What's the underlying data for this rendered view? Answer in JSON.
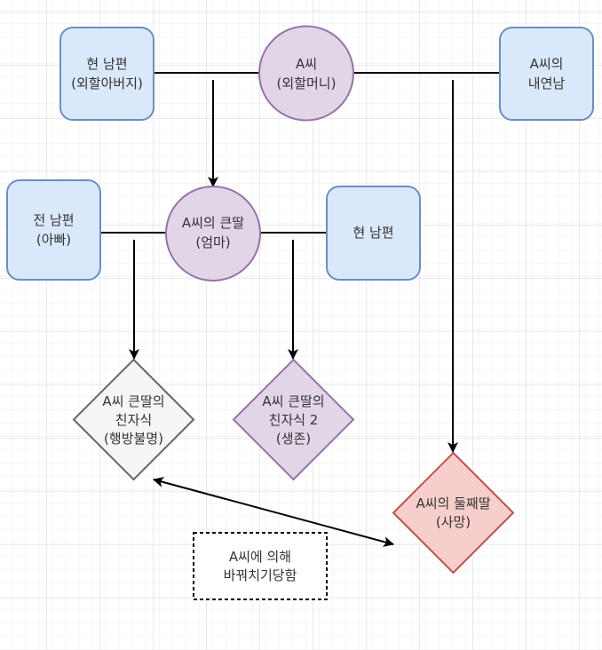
{
  "colors": {
    "canvas_bg": "#ffffff",
    "grid_minor": "#ececec",
    "grid_major": "#d4d4d4",
    "blue_fill": "#dae8fc",
    "blue_stroke": "#6c8ebf",
    "purple_fill": "#e1d5e7",
    "purple_stroke": "#9673a6",
    "grey_fill": "#f5f5f5",
    "grey_stroke": "#666666",
    "red_fill": "#f8cecc",
    "red_stroke": "#b85450",
    "note_fill": "#ffffff",
    "note_stroke": "#000000",
    "edge_color": "#000000",
    "text_color": "#333333"
  },
  "nodes": {
    "grandfather": {
      "shape": "rounded-rectangle",
      "lines": [
        "현 남편",
        "(외할아버지)"
      ]
    },
    "a_ssi": {
      "shape": "circle",
      "lines": [
        "A씨",
        "(외할머니)"
      ]
    },
    "lover": {
      "shape": "rounded-rectangle",
      "lines": [
        "A씨의",
        "내연남"
      ]
    },
    "ex_husband": {
      "shape": "rounded-rectangle",
      "lines": [
        "전 남편",
        "(아빠)"
      ]
    },
    "eldest_daughter": {
      "shape": "circle",
      "lines": [
        "A씨의 큰딸",
        "(엄마)"
      ]
    },
    "current_husband": {
      "shape": "rounded-rectangle",
      "lines": [
        "현 남편"
      ]
    },
    "child_missing": {
      "shape": "diamond",
      "lines": [
        "A씨 큰딸의",
        "친자식",
        "(행방불명)"
      ]
    },
    "child_alive": {
      "shape": "diamond",
      "lines": [
        "A씨 큰딸의",
        "친자식 2",
        "(생존)"
      ]
    },
    "second_daughter": {
      "shape": "diamond",
      "lines": [
        "A씨의 둘째딸",
        "(사망)"
      ]
    },
    "swap_note": {
      "shape": "dashed-rectangle",
      "lines": [
        "A씨에 의해",
        "바꿔치기당함"
      ]
    }
  },
  "edges": [
    {
      "from": "grandfather",
      "to": "a_ssi",
      "type": "line"
    },
    {
      "from": "a_ssi",
      "to": "lover",
      "type": "line"
    },
    {
      "from": "grandfather-a_ssi-link",
      "to": "eldest_daughter",
      "type": "arrow"
    },
    {
      "from": "a_ssi-lover-link",
      "to": "second_daughter",
      "type": "arrow"
    },
    {
      "from": "ex_husband",
      "to": "eldest_daughter",
      "type": "line"
    },
    {
      "from": "eldest_daughter",
      "to": "current_husband",
      "type": "line"
    },
    {
      "from": "ex_husband-eldest_daughter-link",
      "to": "child_missing",
      "type": "arrow"
    },
    {
      "from": "eldest_daughter-current_husband-link",
      "to": "child_alive",
      "type": "arrow"
    },
    {
      "from": "child_missing",
      "to": "second_daughter",
      "type": "double-arrow"
    }
  ]
}
